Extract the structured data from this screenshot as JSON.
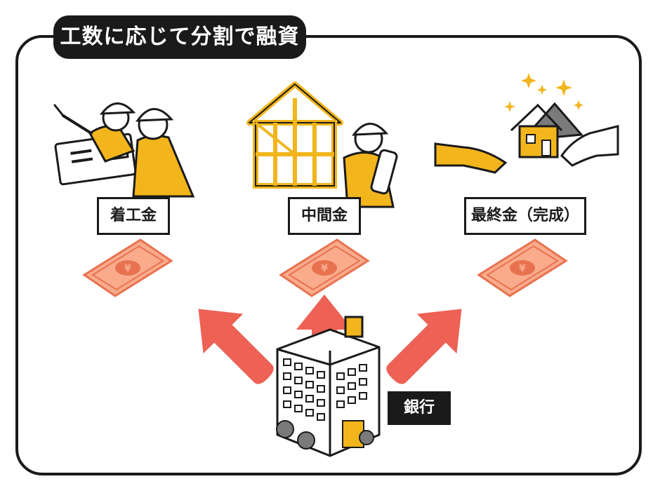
{
  "title": "工数に応じて分割で融資",
  "stages": [
    {
      "label": "着工金"
    },
    {
      "label": "中間金"
    },
    {
      "label": "最終金（完成）"
    }
  ],
  "bank": {
    "label": "銀行"
  },
  "colors": {
    "frame": "#1a1a1a",
    "accent_yellow": "#f2b51c",
    "arrow_red": "#ee6155",
    "money_orange": "#f9ab8c",
    "money_dark": "#e8724f"
  }
}
